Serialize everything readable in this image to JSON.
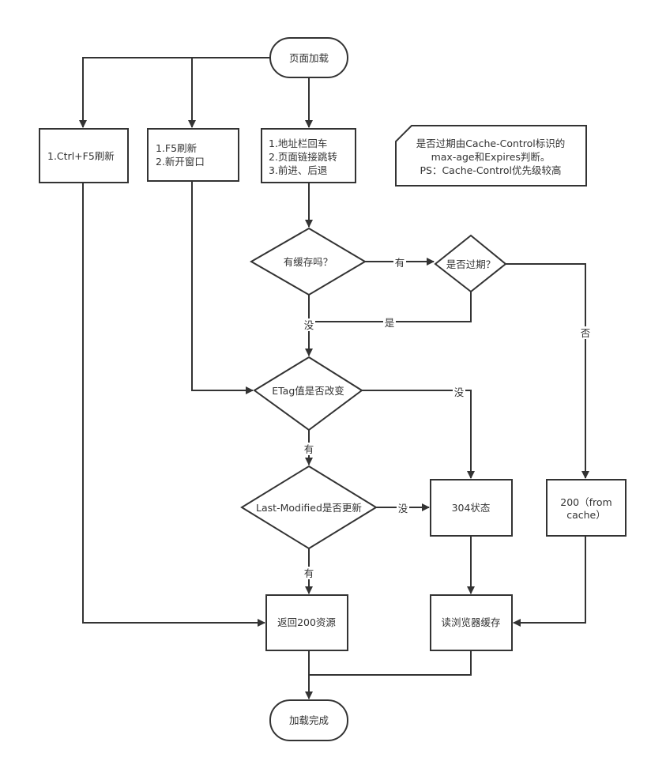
{
  "nodes": {
    "start": "页面加载",
    "ctrl_f5": "1.Ctrl+F5刷新",
    "f5": [
      "1.F5刷新",
      "2.新开窗口"
    ],
    "address": [
      "1.地址栏回车",
      "2.页面链接跳转",
      "3.前进、后退"
    ],
    "note": [
      "是否过期由Cache-Control标识的",
      "max-age和Expires判断。",
      "PS：Cache-Control优先级较高"
    ],
    "has_cache": "有缓存吗？",
    "expired": "是否过期？",
    "etag": "ETag值是否改变",
    "last_modified": "Last-Modified是否更新",
    "status_304": "304状态",
    "from_cache": [
      "200（from",
      "cache）"
    ],
    "return_200": "返回200资源",
    "read_cache": "读浏览器缓存",
    "end": "加载完成"
  },
  "edge_labels": {
    "has_cache_yes": "有",
    "has_cache_no": "没",
    "expired_yes": "是",
    "expired_no": "否",
    "etag_no": "没",
    "etag_yes": "有",
    "lm_no": "没",
    "lm_yes": "有"
  }
}
